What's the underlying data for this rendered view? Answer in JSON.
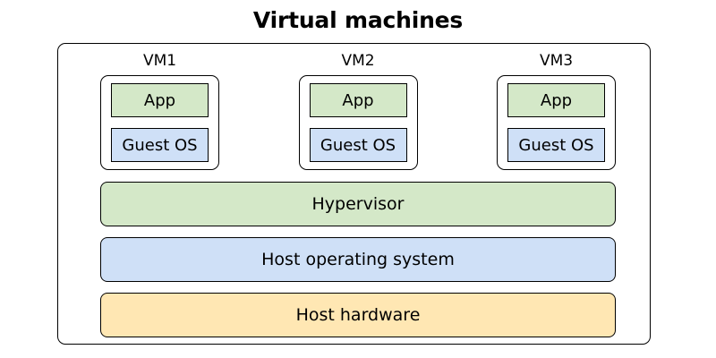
{
  "diagram": {
    "title": "Virtual machines",
    "type": "layered-architecture-stack",
    "outer_container_name": "virtual-machines-container",
    "colors": {
      "app_green": "#d4e8c8",
      "guest_os_blue": "#cfe0f7",
      "hypervisor_green": "#d4e8c8",
      "host_os_blue": "#cfe0f7",
      "host_hardware_orange": "#ffe7b3",
      "border": "#000000",
      "background": "#ffffff",
      "text": "#000000"
    },
    "vms": [
      {
        "label": "VM1",
        "app_label": "App",
        "guest_os_label": "Guest OS"
      },
      {
        "label": "VM2",
        "app_label": "App",
        "guest_os_label": "Guest OS"
      },
      {
        "label": "VM3",
        "app_label": "App",
        "guest_os_label": "Guest OS"
      }
    ],
    "layers": [
      {
        "label": "Hypervisor"
      },
      {
        "label": "Host operating system"
      },
      {
        "label": "Host hardware"
      }
    ]
  }
}
